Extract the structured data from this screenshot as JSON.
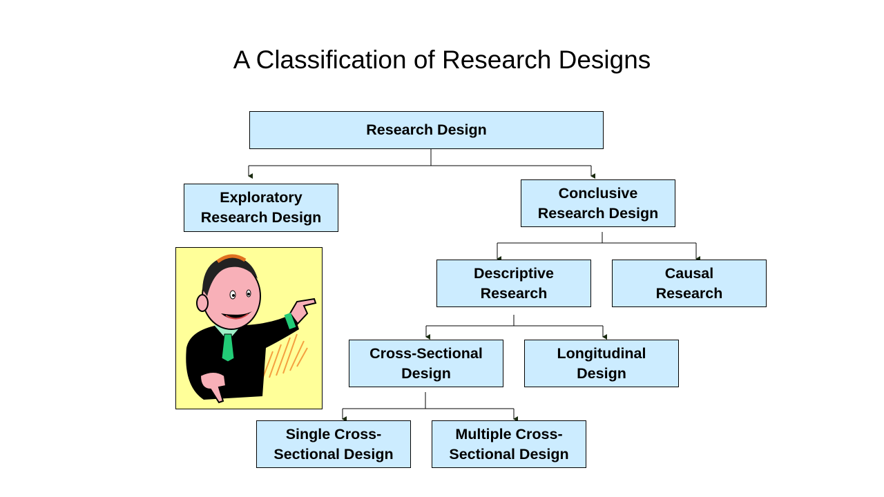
{
  "title": "A Classification of Research Designs",
  "nodes": {
    "root": "Research Design",
    "exploratory": "Exploratory\nResearch Design",
    "conclusive": "Conclusive\nResearch Design",
    "descriptive": "Descriptive\nResearch",
    "causal": "Causal\nResearch",
    "cross_sectional": "Cross-Sectional\nDesign",
    "longitudinal": "Longitudinal\nDesign",
    "single_cross": "Single Cross-\nSectional Design",
    "multiple_cross": "Multiple Cross-\nSectional Design"
  },
  "colors": {
    "box_fill": "#CCECFF",
    "clipart_bg": "#FFFF99",
    "connector": "#000000"
  }
}
